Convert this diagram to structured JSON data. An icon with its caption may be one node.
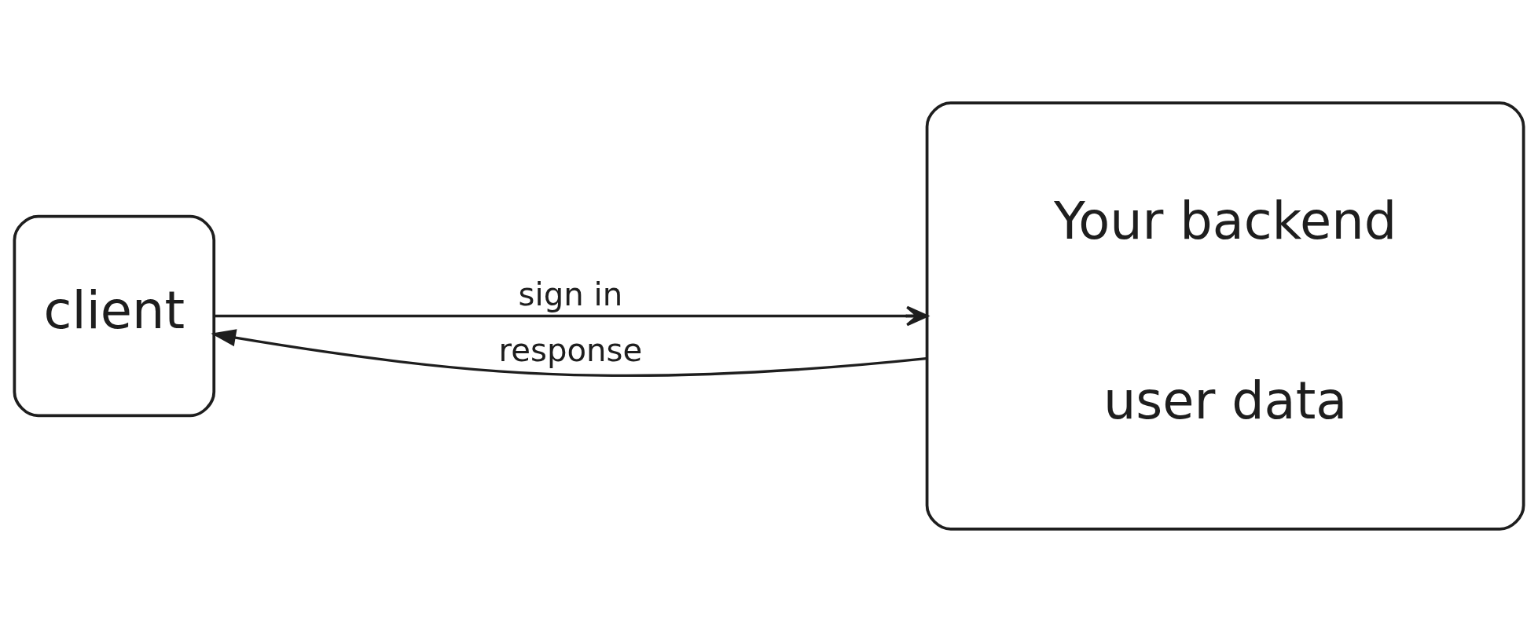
{
  "diagram": {
    "nodes": [
      {
        "text": [
          "client"
        ]
      },
      {
        "text": [
          "Your backend",
          "user data"
        ]
      }
    ],
    "edges": [
      {
        "from": 0,
        "to": 1,
        "label": "sign in",
        "arrow": "to"
      },
      {
        "from": 1,
        "to": 0,
        "label": "response",
        "arrow": "to"
      }
    ]
  }
}
